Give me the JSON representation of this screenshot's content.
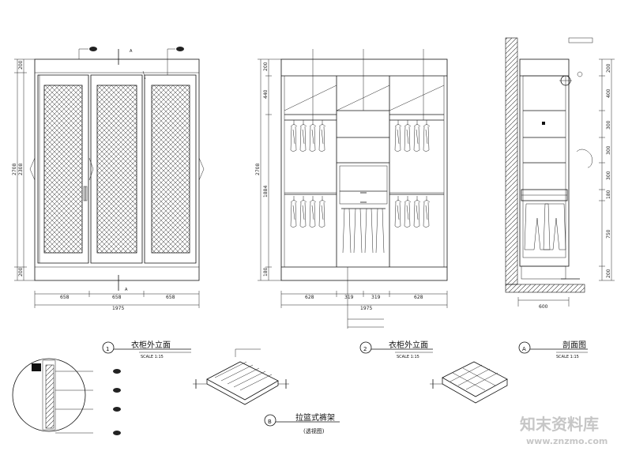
{
  "views": {
    "front_exterior": {
      "title": "衣柜外立面",
      "number": "1",
      "scale": "SCALE 1:15",
      "section_mark": "A",
      "bottom_dims": [
        "658",
        "658",
        "658"
      ],
      "total_width": "1975",
      "left_dims": [
        "200",
        "2308",
        "200"
      ],
      "right_dim": "2708"
    },
    "front_interior": {
      "title": "衣柜外立面",
      "number": "2",
      "scale": "SCALE 1:15",
      "bottom_dims": [
        "628",
        "319",
        "319",
        "628"
      ],
      "total_width": "1975",
      "left_dims": [
        "200",
        "440",
        "1884",
        "180"
      ],
      "right_dim": "2708"
    },
    "section": {
      "title": "剖面图",
      "number": "A",
      "scale": "SCALE 1:15",
      "right_dims": [
        "200",
        "400",
        "300",
        "300",
        "300",
        "180",
        "750",
        "200"
      ],
      "bottom_dim": "600"
    },
    "basket": {
      "title": "拉篮式裤架",
      "subtitle": "(透视图)",
      "number": "B"
    }
  },
  "watermark": {
    "text": "知末资料库",
    "url": "www.znzmo.com"
  }
}
